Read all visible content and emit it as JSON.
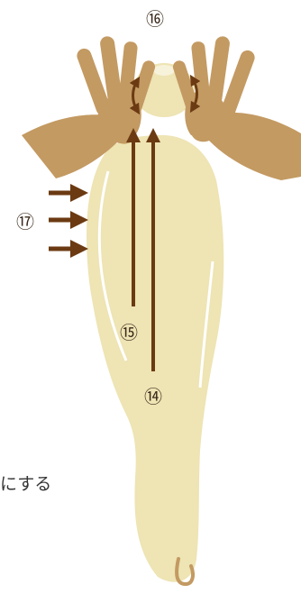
{
  "steps": {
    "s14": "⑭",
    "s15": "⑮",
    "s16": "⑯",
    "s17": "⑰"
  },
  "side_text": "にする",
  "colors": {
    "body_fill": "#eee4b4",
    "body_outline": "#ffffff",
    "hand": "#c39a62",
    "arrow": "#6b3a12",
    "tail_hook": "#c39a62"
  },
  "icons": {
    "hands": "hands-massage-icon",
    "arrows": "arrow-icon"
  }
}
